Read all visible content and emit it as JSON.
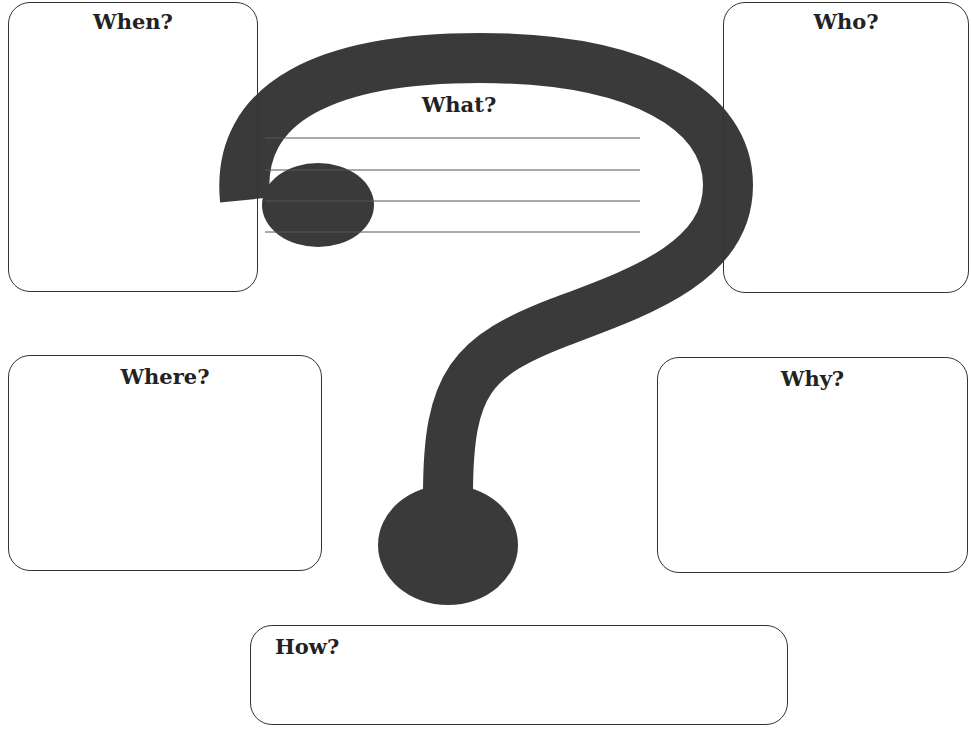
{
  "diagram": {
    "nodes": [
      {
        "text": [
          "When?"
        ]
      },
      {
        "text": [
          "Who?"
        ]
      },
      {
        "text": [
          "Where?"
        ]
      },
      {
        "text": [
          "Why?"
        ]
      },
      {
        "text": [
          "How?"
        ]
      }
    ],
    "labels": [
      "What?"
    ]
  }
}
